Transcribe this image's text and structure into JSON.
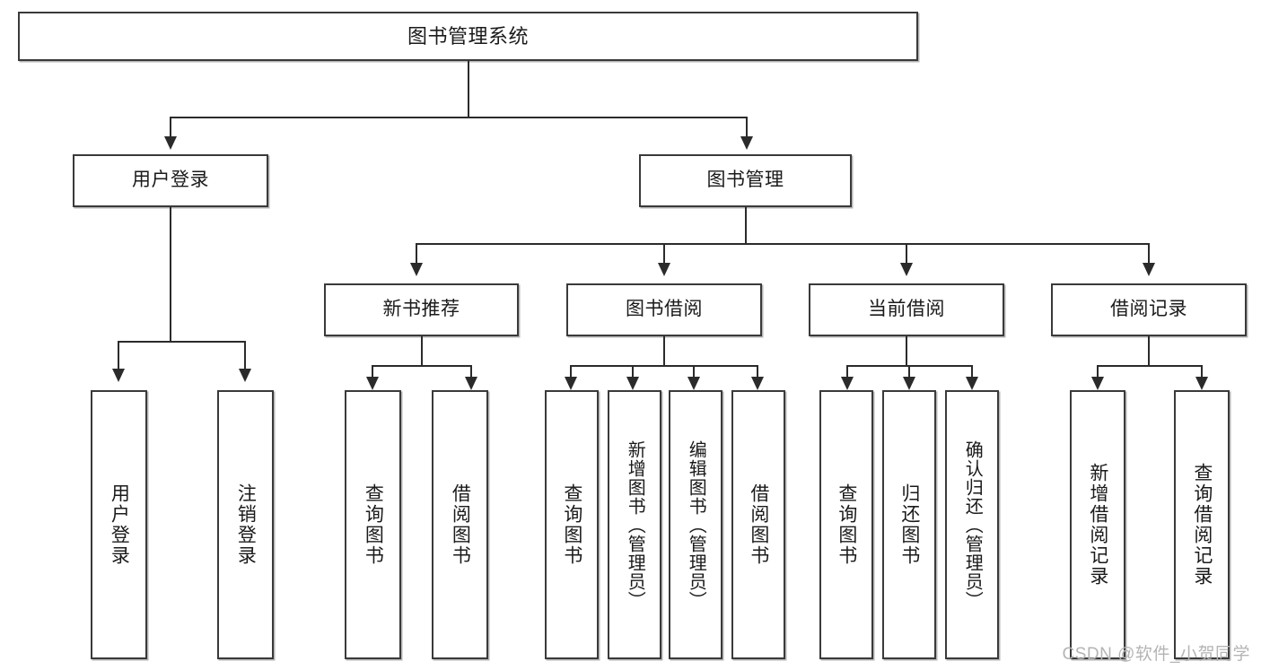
{
  "diagram": {
    "type": "tree-hierarchy-chart",
    "title": "图书管理系统",
    "levels": 4,
    "colors": {
      "box_border": "#3a3a3a",
      "connector": "#2b2b2b",
      "background": "#ffffff",
      "text": "#1a1a1a",
      "watermark": "#b4b4b4"
    },
    "root": {
      "label": "图书管理系统"
    },
    "level2": [
      {
        "label": "用户登录"
      },
      {
        "label": "图书管理"
      }
    ],
    "level3": [
      {
        "label": "新书推荐"
      },
      {
        "label": "图书借阅"
      },
      {
        "label": "当前借阅"
      },
      {
        "label": "借阅记录"
      }
    ],
    "leaves": {
      "user_login": [
        {
          "label": "用户登录"
        },
        {
          "label": "注销登录"
        }
      ],
      "new_book_recommend": [
        {
          "label": "查询图书"
        },
        {
          "label": "借阅图书"
        }
      ],
      "book_borrow": [
        {
          "label": "查询图书"
        },
        {
          "label": "新增图书（管理员）"
        },
        {
          "label": "编辑图书（管理员）"
        },
        {
          "label": "借阅图书"
        }
      ],
      "current_borrow": [
        {
          "label": "查询图书"
        },
        {
          "label": "归还图书"
        },
        {
          "label": "确认归还（管理员）"
        }
      ],
      "borrow_record": [
        {
          "label": "新增借阅记录"
        },
        {
          "label": "查询借阅记录"
        }
      ]
    }
  },
  "watermark": {
    "text": "CSDN @软件_小贺同学"
  }
}
